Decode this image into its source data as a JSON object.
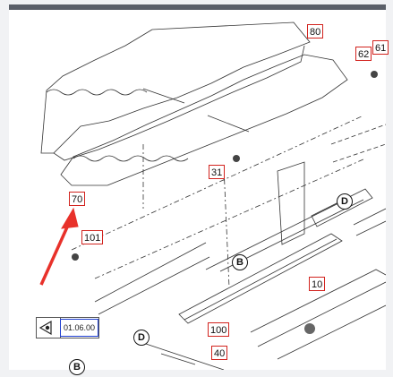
{
  "callouts": {
    "c80": "80",
    "c62": "62",
    "c61": "61",
    "c31": "31",
    "c70": "70",
    "c101": "101",
    "c10": "10",
    "c100": "100",
    "c40": "40"
  },
  "markers": {
    "d_top": "D",
    "b_mid": "B",
    "d_bottom": "D",
    "b_bottom": "B"
  },
  "version": {
    "number": "01.06.00",
    "icon": "eye-pointer-icon"
  },
  "colors": {
    "callout_border": "#d2231e",
    "arrow": "#e8312a",
    "version_border": "#1f3fd1",
    "topbar": "#5a5f68"
  }
}
